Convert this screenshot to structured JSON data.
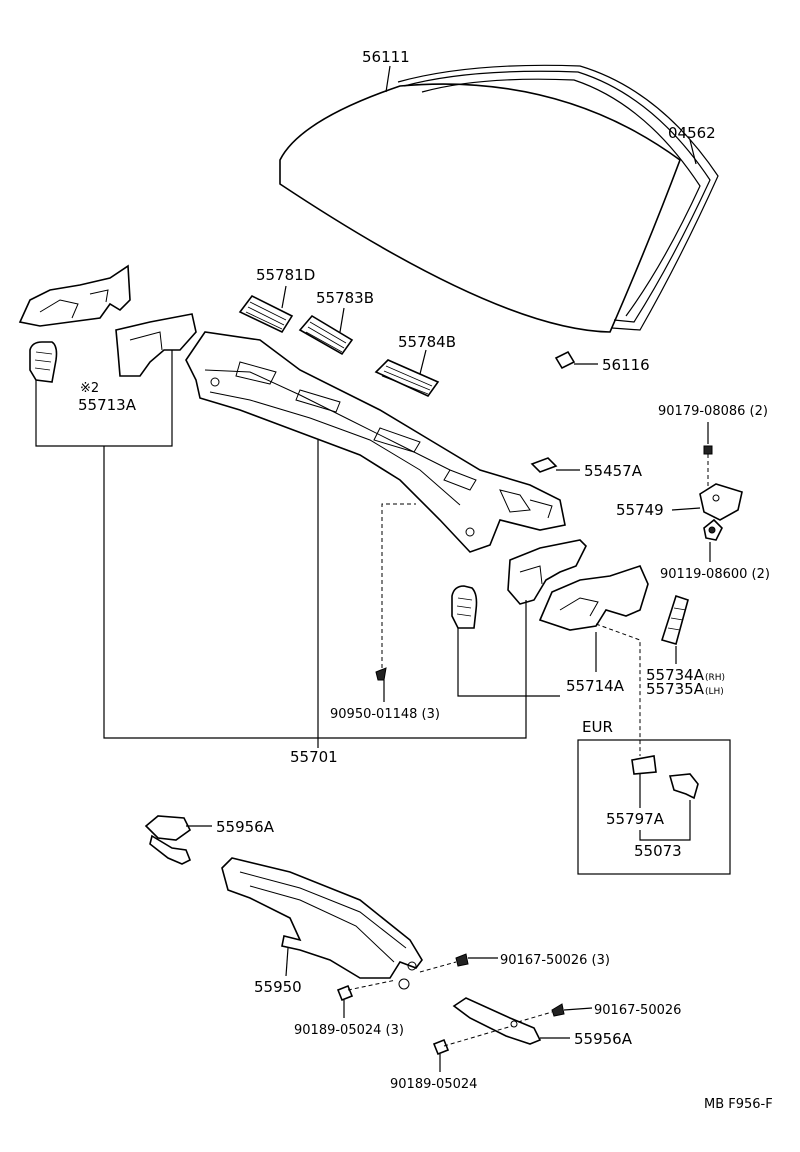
{
  "labels": {
    "p56111": "56111",
    "p04562": "04562",
    "p55781d": "55781D",
    "p55783b": "55783B",
    "p55784b": "55784B",
    "p56116": "56116",
    "p90179": "90179-08086 (2)",
    "p55457a": "55457A",
    "p55749": "55749",
    "p90119": "90119-08600 (2)",
    "note2": "※2",
    "p55713a": "55713A",
    "p55734a": "55734A",
    "p55734a_suffix": "(RH)",
    "p55735a": "55735A",
    "p55735a_suffix": "(LH)",
    "p55714a": "55714A",
    "p90950": "90950-01148 (3)",
    "p55701": "55701",
    "eur": "EUR",
    "p55797a": "55797A",
    "p55073": "55073",
    "p55956a_top": "55956A",
    "p90167_a": "90167-50026 (3)",
    "p55950": "55950",
    "p90189_a": "90189-05024 (3)",
    "p90167_b": "90167-50026",
    "p55956a_bottom": "55956A",
    "p90189_b": "90189-05024",
    "code": "MB F956-F"
  }
}
